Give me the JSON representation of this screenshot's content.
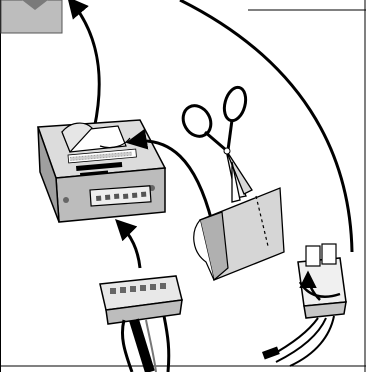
{
  "figure": {
    "kind": "installation-instruction-illustration",
    "style": "black-and-white-line-art",
    "colors": {
      "ink": "#000000",
      "paper": "#ffffff",
      "light_gray": "#d9d9d9",
      "mid_gray": "#b5b5b5",
      "dark_gray": "#7a7a7a"
    },
    "parts": {
      "corner_panel": "gray-corner-panel",
      "module": "control-module-box",
      "label": "adhesive-label-being-peeled",
      "scissors": "scissors-icon",
      "tape": "double-sided-tape-strip",
      "harness_plug": "wiring-harness-plug",
      "relay_unit": "relay-unit-with-cable-tie"
    },
    "steps": [
      "peel-label-arrow",
      "move-to-corner-arrow",
      "plug-in-arrow",
      "apply-tape-arrow",
      "relay-to-top-arrow"
    ]
  }
}
